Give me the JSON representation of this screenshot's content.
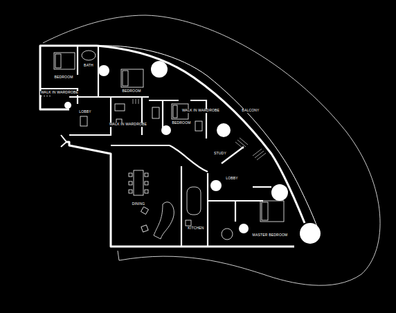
{
  "diagram": {
    "labels": [
      "BEDROOM",
      "BATH",
      "WALK IN WARDROBE",
      "LOBBY",
      "BEDROOM",
      "WALK IN WARDROBE",
      "BEDROOM",
      "WALK IN WARDROBE",
      "BALCONY",
      "STUDY",
      "LOBBY",
      "DINING",
      "KITCHEN",
      "MASTER BEDROOM"
    ]
  }
}
